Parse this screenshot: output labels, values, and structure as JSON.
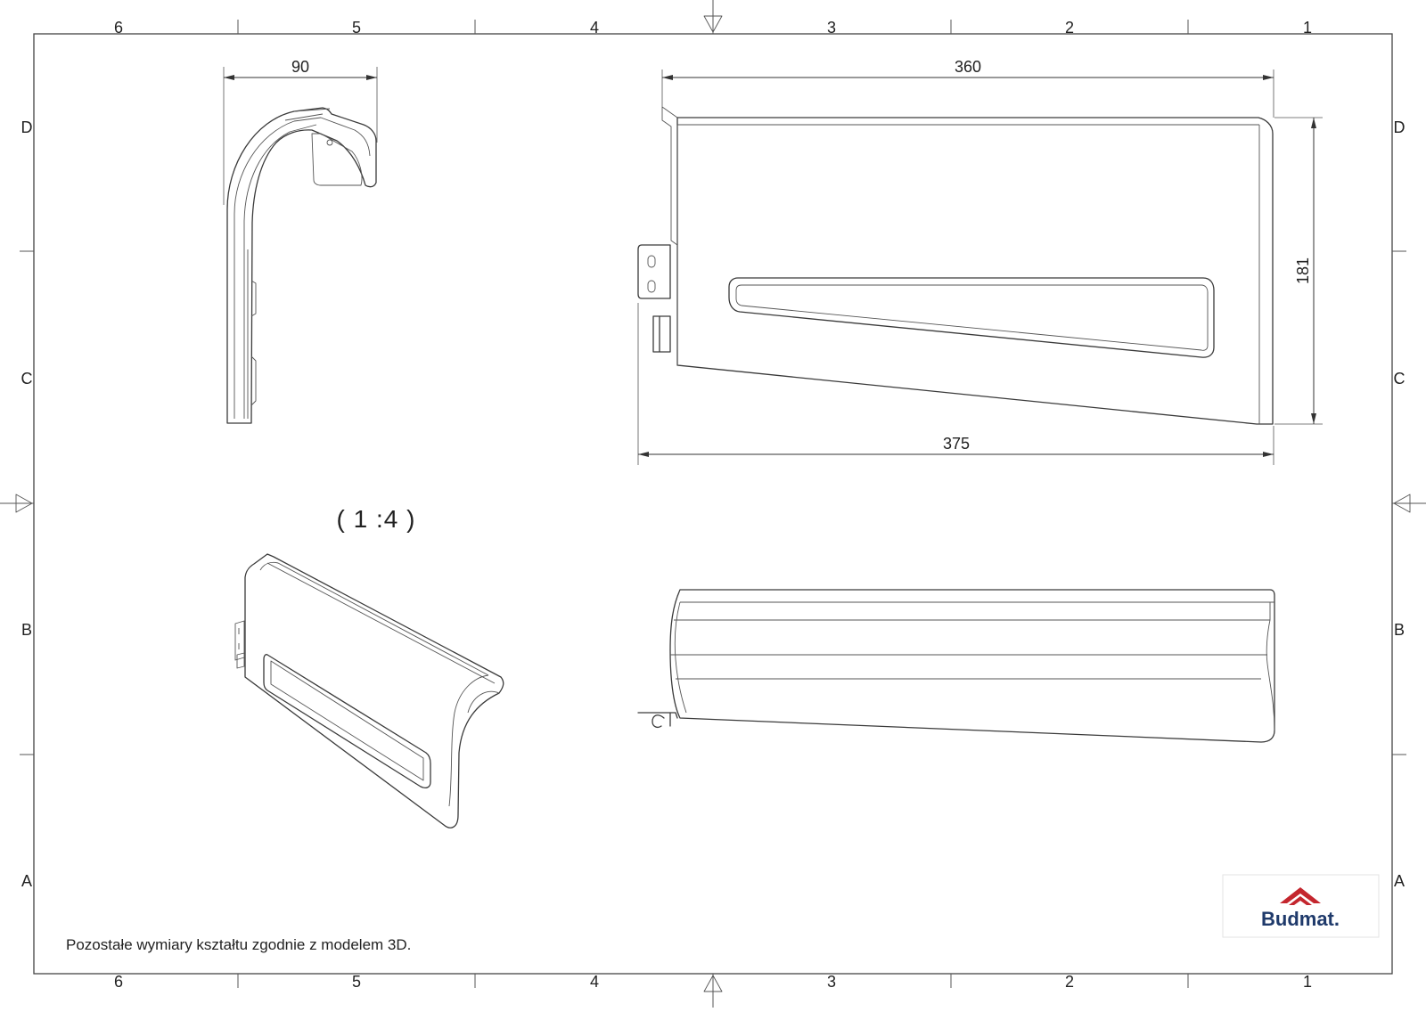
{
  "frame": {
    "column_labels": [
      "6",
      "5",
      "4",
      "3",
      "2",
      "1"
    ],
    "row_labels": [
      "D",
      "C",
      "B",
      "A"
    ]
  },
  "dimensions": {
    "top_width": "90",
    "front_top_length": "360",
    "front_height": "181",
    "front_bottom_length": "375"
  },
  "scale": "( 1 :4 )",
  "note": "Pozostałe wymiary kształtu zgodnie z modelem 3D.",
  "logo": {
    "text": "Budmat.",
    "icon": "roof-logo-icon",
    "accent_color": "#c4262e",
    "text_color": "#1f3a6b"
  }
}
